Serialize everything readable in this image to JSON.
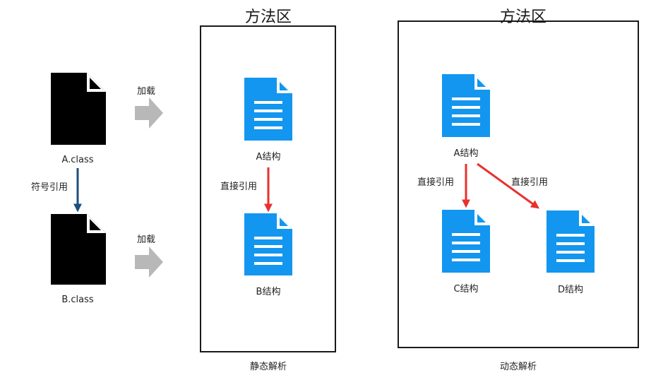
{
  "left": {
    "file_a": "A.class",
    "file_b": "B.class",
    "ref_label": "符号引用",
    "load_label_1": "加载",
    "load_label_2": "加载"
  },
  "static_area": {
    "title": "方法区",
    "caption": "静态解析",
    "struct_a": "A结构",
    "struct_b": "B结构",
    "edge_label": "直接引用"
  },
  "dynamic_area": {
    "title": "方法区",
    "caption": "动态解析",
    "struct_a": "A结构",
    "struct_c": "C结构",
    "struct_d": "D结构",
    "edge_label_c": "直接引用",
    "edge_label_d": "直接引用"
  },
  "colors": {
    "file_black": "#000000",
    "doc_blue": "#1296f0",
    "ref_arrow": "#1d4e7e",
    "direct_arrow": "#e8312f",
    "load_arrow": "#b8b8b8",
    "box_border": "#1a1a1a"
  }
}
